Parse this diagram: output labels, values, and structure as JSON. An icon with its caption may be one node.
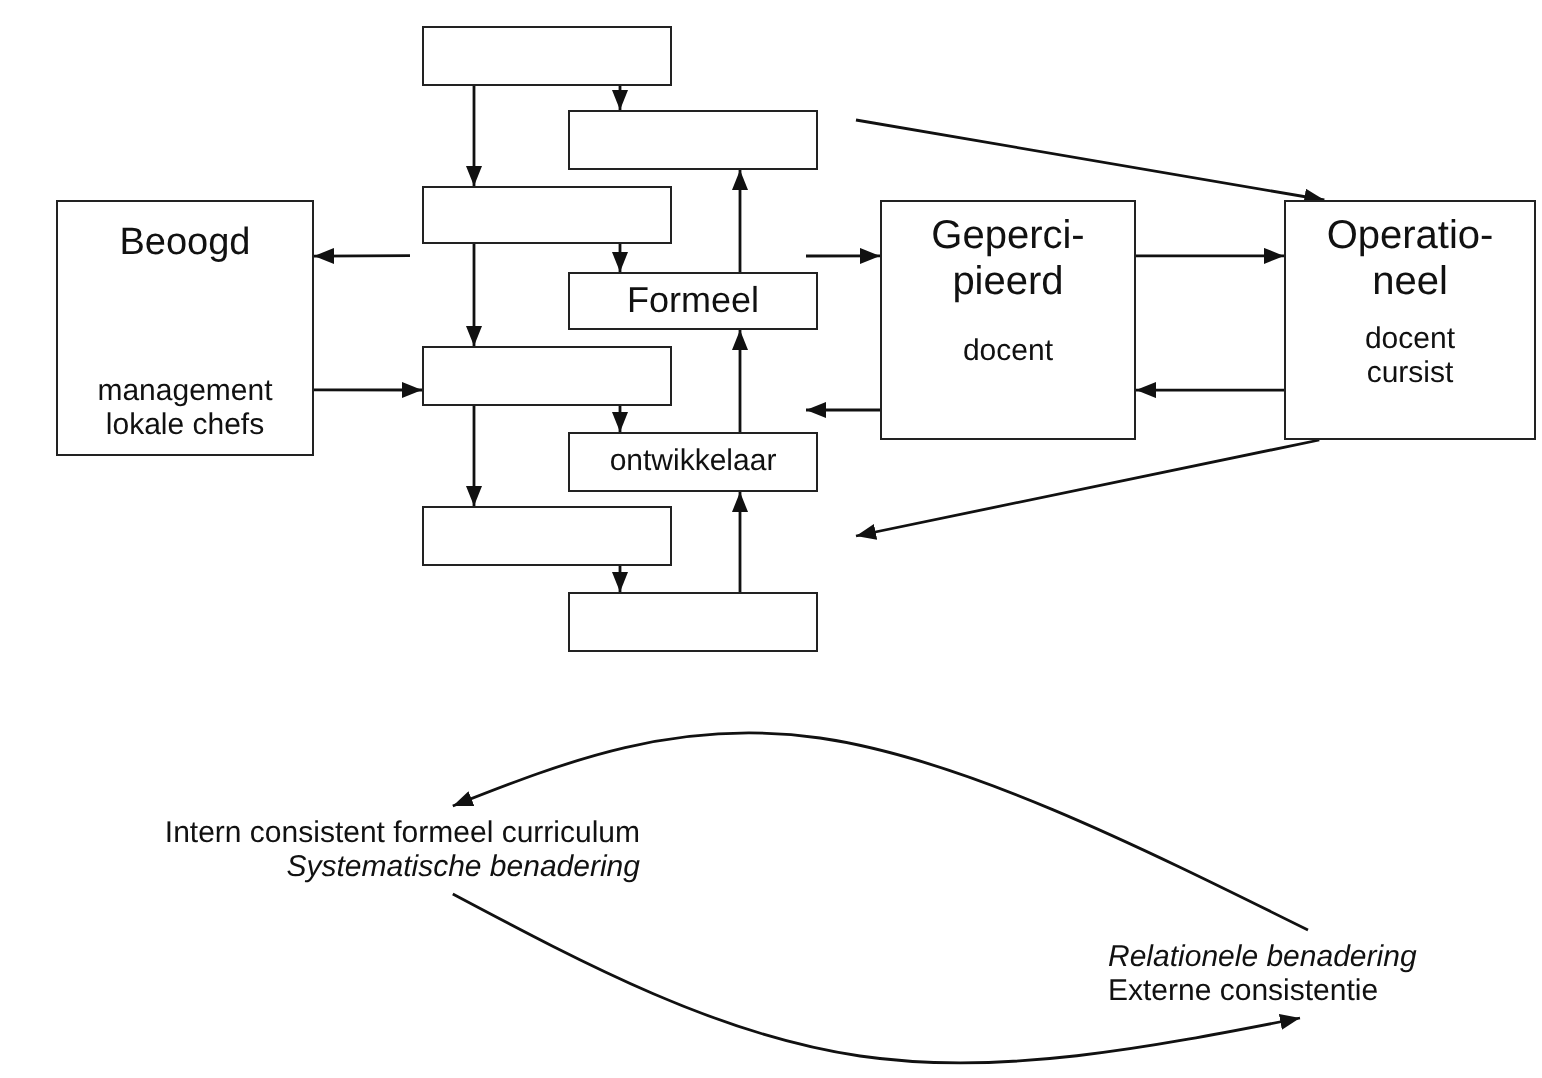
{
  "diagram": {
    "nodes": [
      {
        "text": [],
        "shape": "box"
      },
      {
        "text": [],
        "shape": "box"
      },
      {
        "text": [],
        "shape": "box"
      },
      {
        "text": [
          "Beoogd",
          "management lokale chefs"
        ]
      },
      {
        "text": [
          "Formeel"
        ]
      },
      {
        "text": [
          "Geperci- pieerd",
          "docent"
        ]
      },
      {
        "text": [
          "Operatio- neel",
          "docent cursist"
        ]
      },
      {
        "text": [],
        "shape": "box"
      },
      {
        "text": [
          "ontwikkelaar"
        ]
      },
      {
        "text": [],
        "shape": "box"
      },
      {
        "text": [],
        "shape": "box"
      },
      {
        "text": [
          "Intern consistent formeel curriculum",
          "Systematische benadering"
        ]
      },
      {
        "text": [
          "Relationele benadering",
          "Externe consistentie"
        ]
      }
    ],
    "edges": [
      {
        "from": 0,
        "to": 2,
        "arrow": "to"
      },
      {
        "from": 2,
        "to": 7,
        "arrow": "to"
      },
      {
        "from": 7,
        "to": 9,
        "arrow": "to"
      },
      {
        "from": 0,
        "to": 1,
        "arrow": "to"
      },
      {
        "from": 2,
        "to": 4,
        "arrow": "to"
      },
      {
        "from": 7,
        "to": 8,
        "arrow": "to"
      },
      {
        "from": 9,
        "to": 10,
        "arrow": "to"
      },
      {
        "from": 10,
        "to": 8,
        "arrow": "to"
      },
      {
        "from": 8,
        "to": 4,
        "arrow": "to"
      },
      {
        "from": 4,
        "to": 1,
        "arrow": "to"
      },
      {
        "from": 2,
        "to": 3,
        "arrow": "to"
      },
      {
        "from": 3,
        "to": 7,
        "arrow": "to"
      },
      {
        "from": 4,
        "to": 5,
        "arrow": "to"
      },
      {
        "from": 5,
        "to": 8,
        "arrow": "to"
      },
      {
        "from": 5,
        "to": 6,
        "arrow": "to"
      },
      {
        "from": 6,
        "to": 5,
        "arrow": "to"
      },
      {
        "from": null,
        "to": 6,
        "arrow": "to"
      },
      {
        "from": 6,
        "to": null,
        "arrow": "to"
      },
      {
        "from": 12,
        "to": 11,
        "arrow": "to"
      },
      {
        "from": 11,
        "to": 12,
        "arrow": "to"
      }
    ]
  }
}
